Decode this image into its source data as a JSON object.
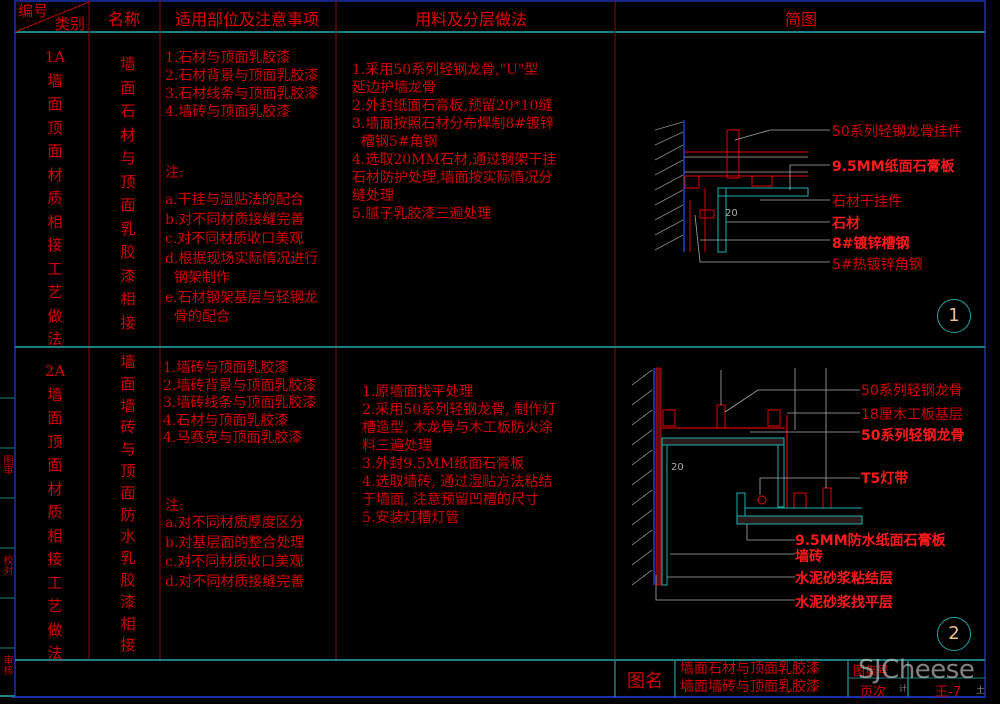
{
  "header": {
    "corner_top": "编号",
    "corner_bottom": "类别",
    "col_name": "名称",
    "col_notes": "适用部位及注意事项",
    "col_method": "用料及分层做法",
    "col_diagram": "简图"
  },
  "rows": [
    {
      "code": "1A",
      "category": [
        "墙",
        "面",
        "顶",
        "面",
        "材",
        "质",
        "相",
        "接",
        "工",
        "艺",
        "做",
        "法"
      ],
      "name": [
        "墙",
        "面",
        "石",
        "材",
        "与",
        "顶",
        "面",
        "乳",
        "胶",
        "漆",
        "相",
        "接"
      ],
      "applicable": [
        "1.石材与顶面乳胶漆",
        "2.石材背景与顶面乳胶漆",
        "3.石材线条与顶面乳胶漆",
        "4.墙砖与顶面乳胶漆"
      ],
      "note_title": "注:",
      "notes": [
        "a.干挂与湿贴法的配合",
        "b.对不同材质接缝完善",
        "c.对不同材质收口美观",
        "d.根据现场实际情况进行\n  钢架制作",
        "e.石材钢架基层与轻钢龙\n  骨的配合"
      ],
      "method": [
        "1.采用50系列轻钢龙骨,\"U\"型\n延边护墙龙骨",
        "2.外封纸面石膏板,预留20*10缝",
        "3.墙面按照石材分布焊制8#镀锌\n  槽钢5#角钢",
        "4.选取20MM石材,通过钢架干挂\n石材防护处理,墙面按实际情况分\n缝处理",
        "5.腻子乳胶漆三遍处理"
      ],
      "diagram_labels": [
        "50系列轻钢龙骨挂件",
        "9.5MM纸面石膏板",
        "石材干挂件",
        "石材",
        "8#镀锌槽钢",
        "5#热镀锌角钢"
      ],
      "dimension": "20",
      "detail_number": "1"
    },
    {
      "code": "2A",
      "category": [
        "墙",
        "面",
        "顶",
        "面",
        "材",
        "质",
        "相",
        "接",
        "工",
        "艺",
        "做",
        "法"
      ],
      "name": [
        "墙",
        "面",
        "墙",
        "砖",
        "与",
        "顶",
        "面",
        "防",
        "水",
        "乳",
        "胶",
        "漆",
        "相",
        "接"
      ],
      "applicable": [
        "1.墙砖与顶面乳胶漆",
        "2.墙砖背景与顶面乳胶漆",
        "3.墙砖线条与顶面乳胶漆",
        "4.石材与顶面乳胶漆",
        "4.马赛克与顶面乳胶漆"
      ],
      "note_title": "注:",
      "notes": [
        "a.对不同材质厚度区分",
        "b.对基层面的整合处理",
        "c.对不同材质收口美观",
        "d.对不同材质接缝完善"
      ],
      "method": [
        "1.原墙面找平处理",
        "2.采用50系列轻钢龙骨, 制作灯\n槽造型, 木龙骨与木工板防火涂\n料三遍处理",
        "3.外封9.5MM纸面石膏板",
        "4.选取墙砖, 通过湿贴方法粘结\n于墙面, 注意预留凹槽的尺寸",
        "5.安装灯槽灯管"
      ],
      "diagram_labels": [
        "50系列轻钢龙骨",
        "18厘木工板基层",
        "50系列轻钢龙骨",
        "T5灯带",
        "9.5MM防水纸面石膏板",
        "墙砖",
        "水泥砂浆粘结层",
        "水泥砂浆找平层"
      ],
      "dimension": "20",
      "detail_number": "2"
    }
  ],
  "title_block": {
    "label": "图名",
    "line1": "墙面石材与顶面乳胶漆",
    "line2": "墙面墙砖与顶面乳胶漆",
    "set_label": "图集号",
    "page_label": "页次",
    "page_value": "王-7",
    "small1": "计",
    "small2": "土"
  },
  "side_tabs": [
    "图审",
    "校对",
    "审核"
  ],
  "watermark": "SJCheese"
}
